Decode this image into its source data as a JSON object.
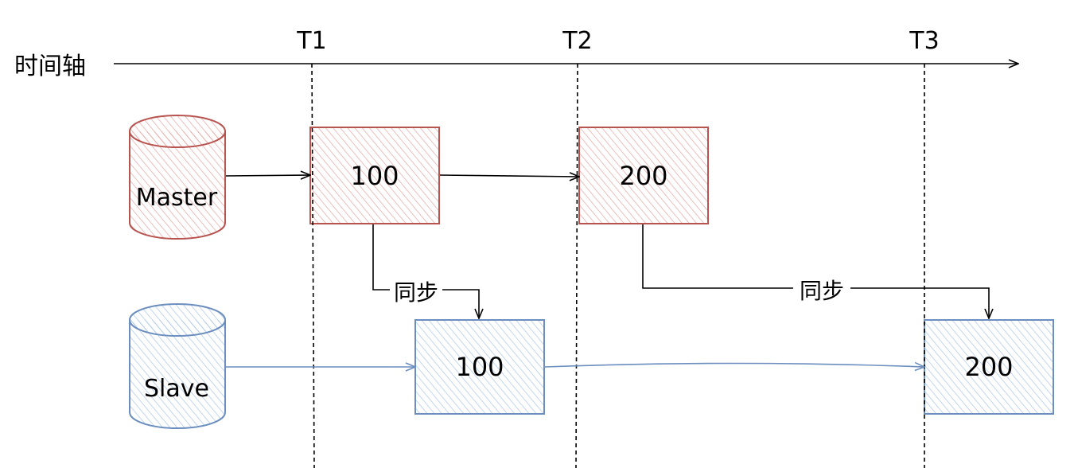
{
  "timeline": {
    "axis_label": "时间轴",
    "markers": [
      "T1",
      "T2",
      "T3"
    ]
  },
  "master": {
    "label": "Master",
    "values": [
      "100",
      "200"
    ]
  },
  "slave": {
    "label": "Slave",
    "values": [
      "100",
      "200"
    ]
  },
  "sync": {
    "label": "同步"
  },
  "colors": {
    "master_stroke": "#b85450",
    "master_fill": "#f8cecc",
    "slave_stroke": "#6c8ebf",
    "slave_fill": "#dae8fc",
    "line": "#000000"
  }
}
